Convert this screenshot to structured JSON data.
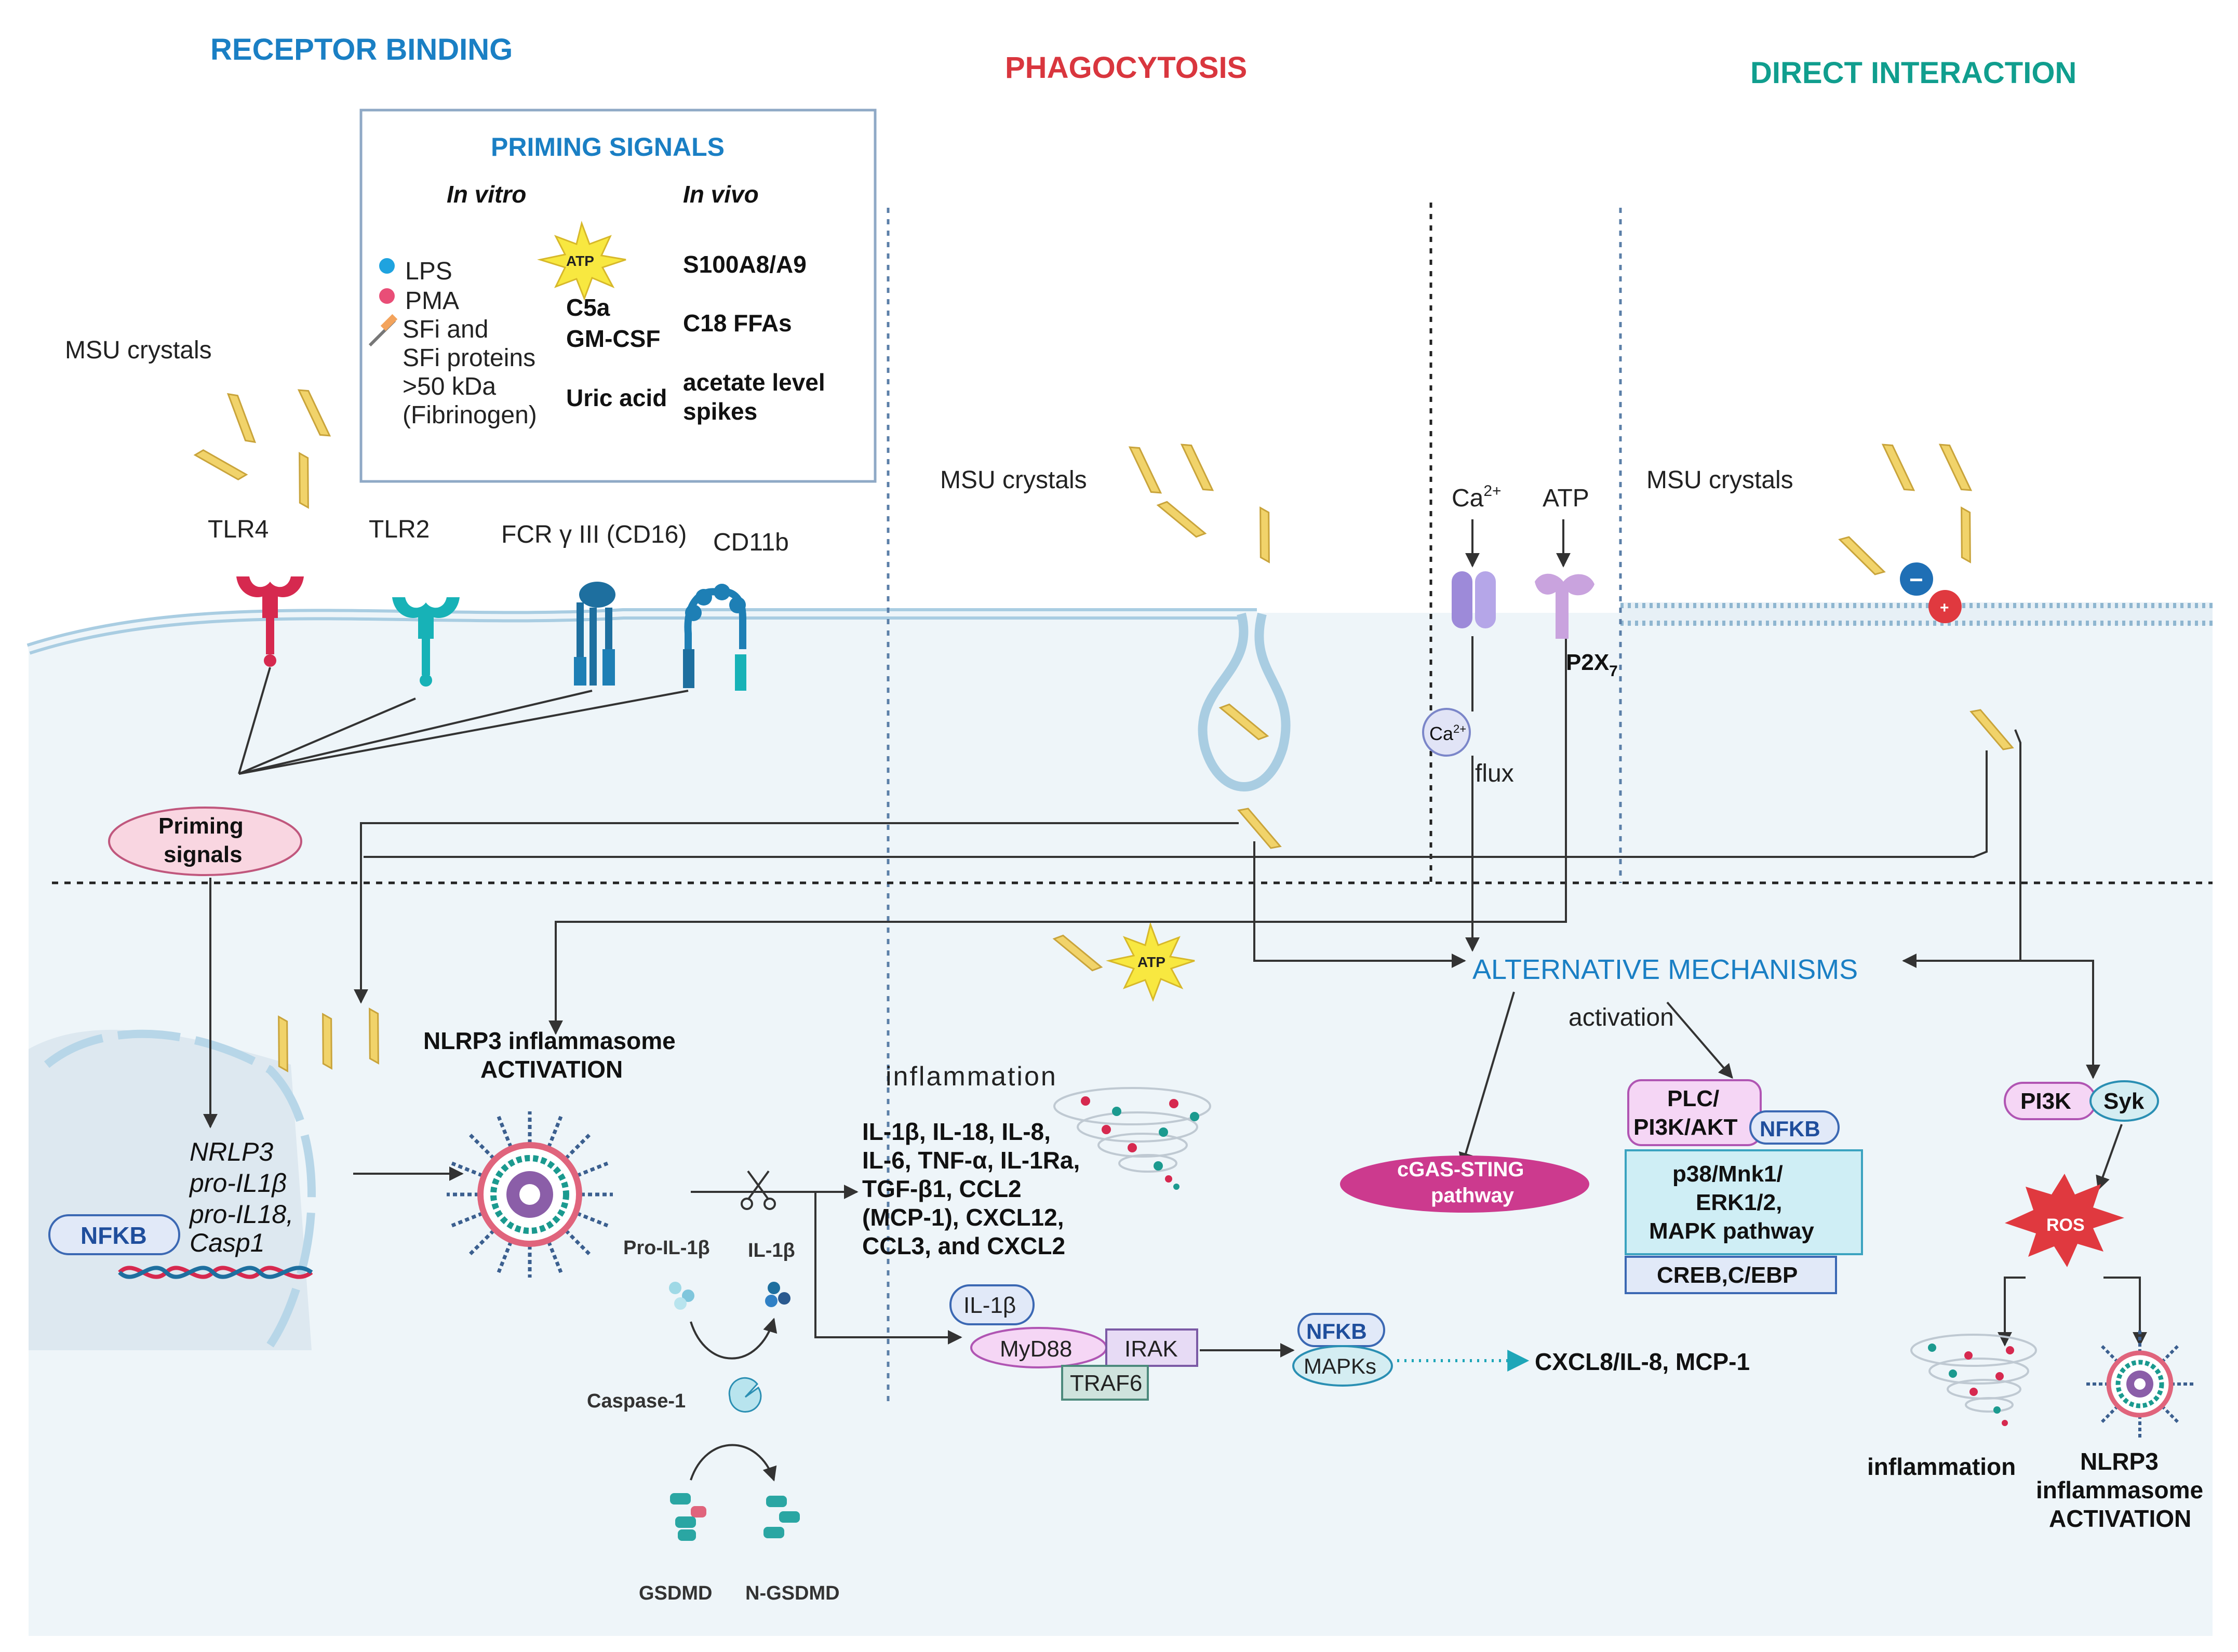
{
  "headers": {
    "receptor_binding": "RECEPTOR BINDING",
    "phagocytosis": "PHAGOCYTOSIS",
    "direct_interaction": "DIRECT INTERACTION"
  },
  "priming_box": {
    "title": "PRIMING SIGNALS",
    "in_vitro": "In vitro",
    "in_vivo": "In vivo",
    "vitro_items": [
      "LPS",
      "PMA",
      "SFi and",
      "SFi proteins",
      ">50 kDa",
      "(Fibrinogen)"
    ],
    "atp_badge": "ATP",
    "middle_items": [
      "C5a",
      "GM-CSF",
      "Uric acid"
    ],
    "vivo_items": [
      "S100A8/A9",
      "C18 FFAs",
      "acetate level",
      "spikes"
    ]
  },
  "crystals": {
    "left": "MSU crystals",
    "middle": "MSU crystals",
    "right": "MSU crystals"
  },
  "receptors": [
    "TLR4",
    "TLR2",
    "FCR γ III (CD16)",
    "CD11b"
  ],
  "channels": {
    "ca": "Ca",
    "ca_sup": "2+",
    "atp": "ATP",
    "p2x": "P2X",
    "p2x_sub": "7",
    "flux": "flux"
  },
  "priming_ellipse": [
    "Priming",
    "signals"
  ],
  "nucleus": {
    "genes": [
      "NRLP3",
      "pro-IL1β",
      "pro-IL18,",
      "Casp1"
    ],
    "nfkb": "NFKB"
  },
  "nlrp3": [
    "NLRP3 inflammasome",
    "ACTIVATION"
  ],
  "atp_small": "ATP",
  "cleavage": {
    "pro": "Pro-IL-1β",
    "mature": "IL-1β",
    "caspase": "Caspase-1",
    "gsdmd": "GSDMD",
    "ngsdmd": "N-GSDMD"
  },
  "inflammation": {
    "title": "inflammation",
    "cytokines": [
      "IL-1β, IL-18, IL-8,",
      "IL-6, TNF-α, IL-1Ra,",
      "TGF-β1, CCL2",
      "(MCP-1), CXCL12,",
      "CCL3, and CXCL2"
    ]
  },
  "signaling": {
    "il1b": "IL-1β",
    "myd88": "MyD88",
    "irak": "IRAK",
    "traf6": "TRAF6",
    "nfkb": "NFKB",
    "mapks": "MAPKs",
    "output": "CXCL8/IL-8, MCP-1"
  },
  "alternative": {
    "title": "ALTERNATIVE MECHANISMS",
    "activation": "activation",
    "cgas": [
      "cGAS-STING",
      "pathway"
    ],
    "plc": [
      "PLC/",
      "PI3K/AKT"
    ],
    "nfkb": "NFKB",
    "p38": [
      "p38/Mnk1/",
      "ERK1/2,",
      "MAPK  pathway"
    ],
    "creb": "CREB,C/EBP"
  },
  "direct": {
    "minus": "−",
    "plus": "+",
    "pi3k": "PI3K",
    "syk": "Syk",
    "ros": "ROS",
    "inflammation": "inflammation",
    "nlrp3": [
      "NLRP3",
      "inflammasome",
      "ACTIVATION"
    ]
  },
  "colors": {
    "blue_header": "#1a7fc4",
    "red_header": "#d9363e",
    "teal_header": "#109e8e",
    "cell_fill": "#eef5f9",
    "crystal": "#f1d36a",
    "tlr4": "#d6294f",
    "tlr2": "#17b2b7",
    "cd16": "#1e6f9f",
    "cgas": "#cc3a8e"
  }
}
